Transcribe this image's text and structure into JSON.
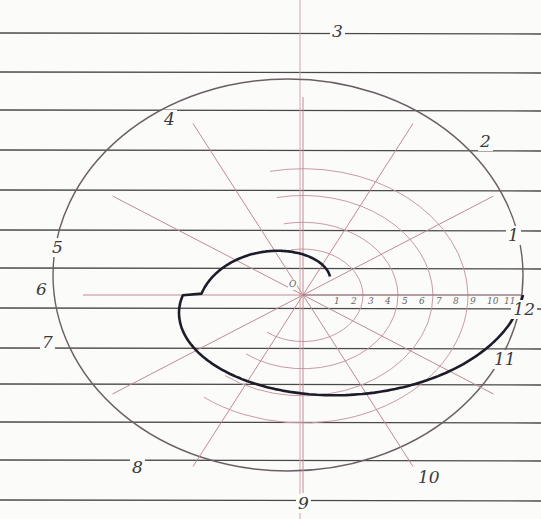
{
  "diagram": {
    "labels": [
      "3",
      "4",
      "2",
      "5",
      "1",
      "6",
      "O",
      "12",
      "7",
      "11",
      "8",
      "10",
      "9",
      "1",
      "2",
      "3",
      "4",
      "5",
      "6",
      "7",
      "8",
      "9",
      "10",
      "11"
    ]
  }
}
